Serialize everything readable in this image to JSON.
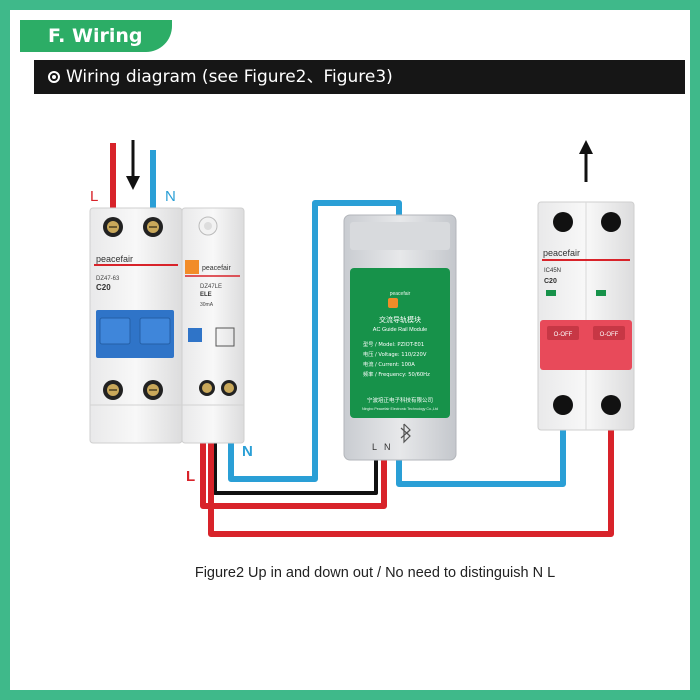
{
  "section": {
    "title": "F. Wiring"
  },
  "header": {
    "title": "Wiring diagram (see Figure2、Figure3)"
  },
  "wire_labels": {
    "live": "L",
    "neutral": "N"
  },
  "breaker_left": {
    "brand": "peacefair",
    "model_main": "DZ47-63",
    "rating": "C20",
    "leakage_brand": "peacefair",
    "leakage_model": "DZ47LE",
    "leakage_type": "ELE",
    "leakage_current": "30mA"
  },
  "module": {
    "brand": "peacefair",
    "title_cn": "交流导轨模块",
    "title_en": "AC Guide Rail Module",
    "model": "型号 / Model: PZIOT-E01",
    "voltage": "电压 / Voltage: 110/220V",
    "current": "电流 / Current: 100A",
    "frequency": "频率 / Frequency: 50/60Hz",
    "maker_cn": "宁波培正电子科技有限公司",
    "maker_en": "Ningbo Peacefair Electronic Technology Co.,Ltd",
    "terminal_l": "L",
    "terminal_n": "N",
    "bluetooth_icon": "bluetooth-icon"
  },
  "breaker_right": {
    "brand": "peacefair",
    "model": "IC45N",
    "rating": "C20",
    "off_label_left": "O-OFF",
    "off_label_right": "O-OFF"
  },
  "caption": "Figure2 Up in and down out / No need to distinguish N L",
  "colors": {
    "frame": "#3fb98a",
    "tab": "#2cad66",
    "live_wire": "#d8232a",
    "neutral_wire": "#2a9fd6",
    "black_wire": "#111111",
    "module_green": "#17924a",
    "toggle_blue": "#2f74c8",
    "toggle_red": "#e84a5a"
  }
}
